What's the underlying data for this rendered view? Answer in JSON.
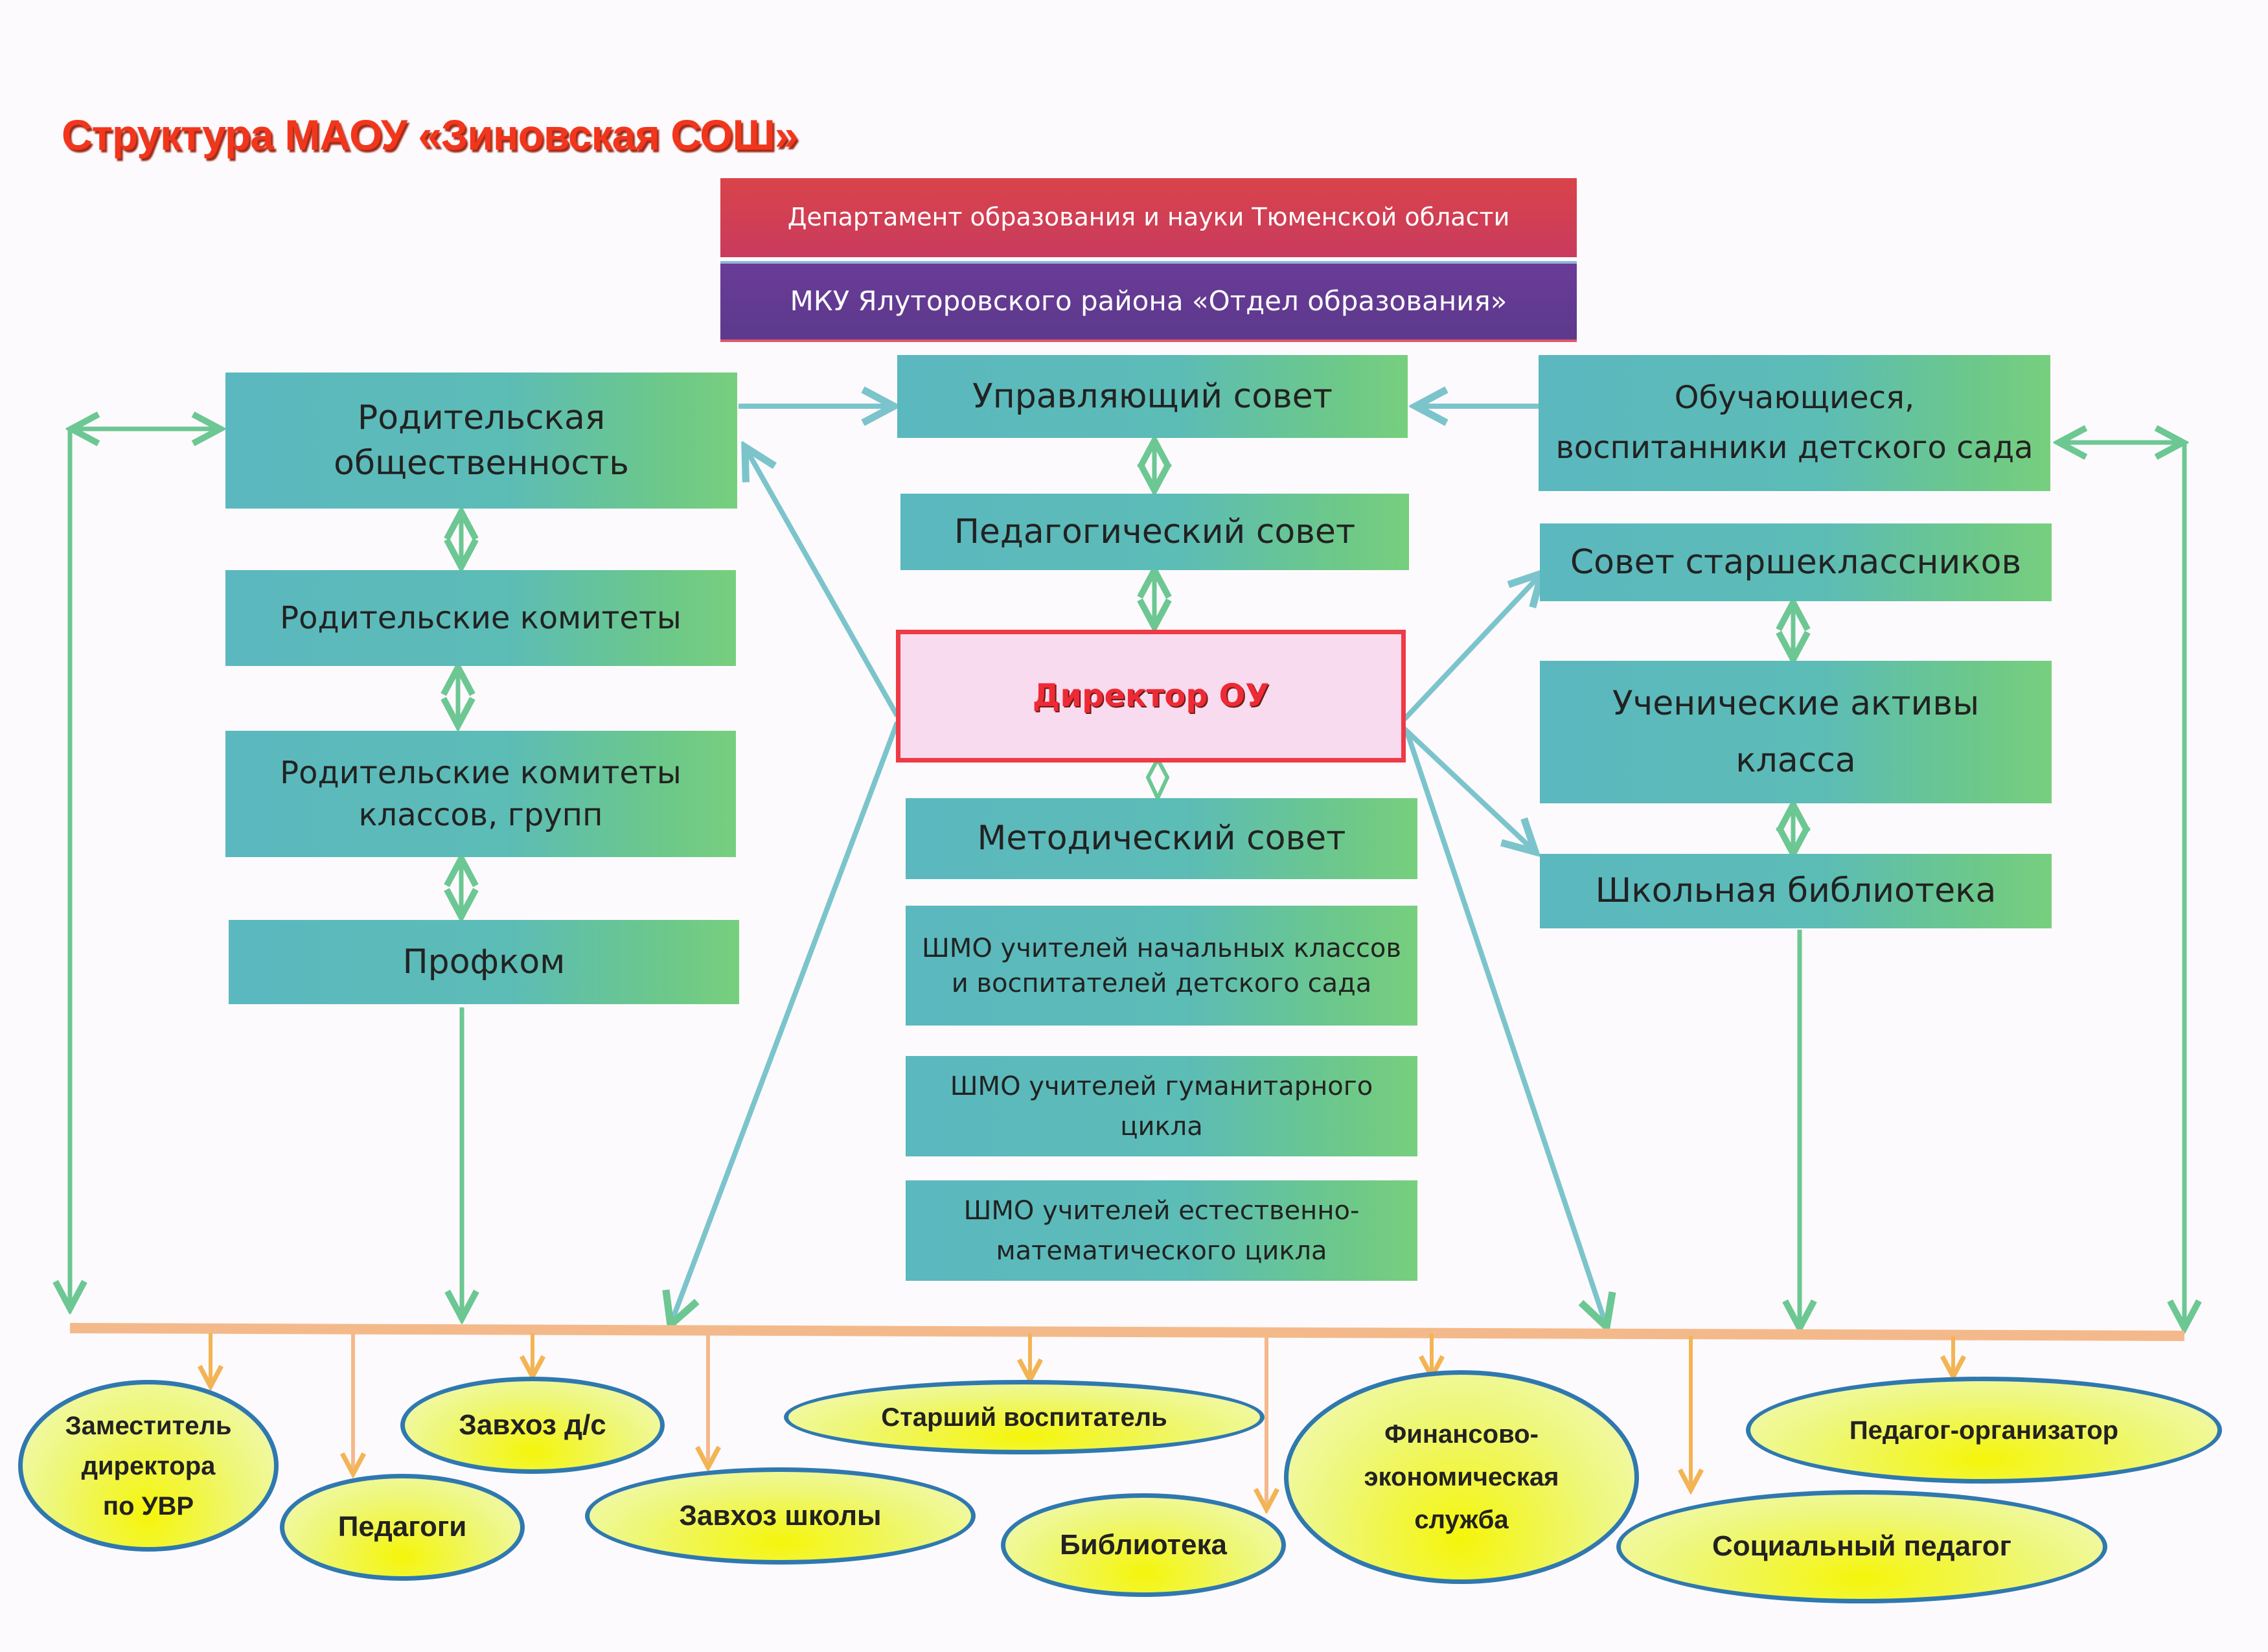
{
  "title": "Структура МАОУ «Зиновская СОШ»",
  "top": {
    "department": "Департамент образования и науки Тюменской области",
    "mku": "МКУ Ялуторовского района «Отдел образования»"
  },
  "left_column": {
    "parents_public": [
      "Родительская",
      "общественность"
    ],
    "parent_committees": "Родительские комитеты",
    "class_committees": [
      "Родительские комитеты",
      "классов, групп"
    ],
    "trade_union": "Профком"
  },
  "center_column": {
    "governing_council": "Управляющий совет",
    "pedagogical_council": "Педагогический совет",
    "director": "Директор ОУ",
    "methodical_council": "Методический совет",
    "shmo_primary": [
      "ШМО учителей начальных классов",
      "и воспитателей детского сада"
    ],
    "shmo_humanities": [
      "ШМО учителей гуманитарного",
      "цикла"
    ],
    "shmo_science": [
      "ШМО учителей естественно-",
      "математического цикла"
    ]
  },
  "right_column": {
    "students": [
      "Обучающиеся,",
      "воспитанники детского сада"
    ],
    "senior_council": "Совет старшеклассников",
    "class_activists": [
      "Ученические активы",
      "класса"
    ],
    "school_library": "Школьная библиотека"
  },
  "staff": [
    {
      "id": "deputy",
      "lines": [
        "Заместитель",
        "директора",
        "по УВР"
      ]
    },
    {
      "id": "teachers",
      "lines": [
        "Педагоги"
      ]
    },
    {
      "id": "supply-kindergarten",
      "lines": [
        "Завхоз д/с"
      ]
    },
    {
      "id": "supply-school",
      "lines": [
        "Завхоз школы"
      ]
    },
    {
      "id": "senior-educator",
      "lines": [
        "Старший воспитатель"
      ]
    },
    {
      "id": "library",
      "lines": [
        "Библиотека"
      ]
    },
    {
      "id": "finance",
      "lines": [
        "Финансово-",
        "экономическая",
        "служба"
      ]
    },
    {
      "id": "social-teacher",
      "lines": [
        "Социальный педагог"
      ]
    },
    {
      "id": "organizer",
      "lines": [
        "Педагог-организатор"
      ]
    }
  ],
  "colors": {
    "connector_green": "#6cc793",
    "connector_teal": "#7cc4cc",
    "bus_orange": "#f4b98a",
    "drop_orange": "#f3b455",
    "ellipse_border": "#2f78b0",
    "director_border": "#ef3a46"
  }
}
